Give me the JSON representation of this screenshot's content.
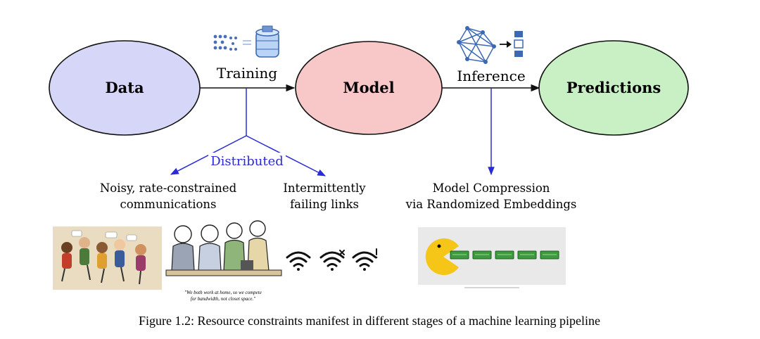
{
  "nodes": {
    "data": {
      "label": "Data",
      "fill": "#d6d6f8"
    },
    "model": {
      "label": "Model",
      "fill": "#f8c8c8"
    },
    "predictions": {
      "label": "Predictions",
      "fill": "#c8f0c4"
    }
  },
  "edges": {
    "training": {
      "label": "Training",
      "icon": "data-to-database-icon"
    },
    "inference": {
      "label": "Inference",
      "icon": "network-to-layers-icon"
    }
  },
  "branches": {
    "distributed": {
      "label": "Distributed",
      "color": "#2a2ad6"
    },
    "noisy": {
      "line1": "Noisy, rate-constrained",
      "line2": "communications"
    },
    "failing": {
      "line1": "Intermittently",
      "line2": "failing links"
    },
    "compression": {
      "line1": "Model Compression",
      "line2": "via Randomized Embeddings"
    }
  },
  "images": {
    "crowd": {
      "icon": "crowd-talking-illustration"
    },
    "cartoon": {
      "icon": "office-workers-cartoon",
      "caption_line1": "\"We both work at home, so we compete",
      "caption_line2": "for bandwidth, not closet space.\""
    },
    "wifi": [
      "wifi-icon",
      "wifi-error-icon",
      "wifi-warning-icon"
    ],
    "pacman": {
      "icon": "pacman-eating-blocks-illustration"
    }
  },
  "caption": "Figure 1.2: Resource constraints manifest in different stages of a machine learning pipeline"
}
